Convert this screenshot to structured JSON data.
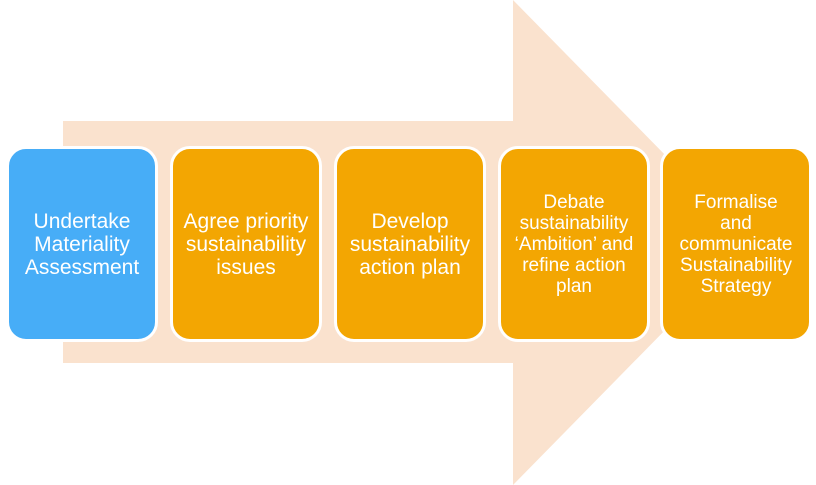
{
  "diagram": {
    "type": "process-flow-arrow",
    "arrow_color": "#FAE2CE",
    "box_border_color": "#FFFFFF",
    "text_color": "#FFFFFF",
    "steps": [
      {
        "label": "Undertake\nMateriality\nAssessment",
        "color": "#47ADF7"
      },
      {
        "label": "Agree priority\nsustainability\nissues",
        "color": "#F3A602"
      },
      {
        "label": "Develop\nsustainability\naction plan",
        "color": "#F3A602"
      },
      {
        "label": "Debate\nsustainability\n‘Ambition’ and\nrefine action\nplan",
        "color": "#F3A602"
      },
      {
        "label": "Formalise\nand\ncommunicate\nSustainability\nStrategy",
        "color": "#F3A602"
      }
    ]
  }
}
